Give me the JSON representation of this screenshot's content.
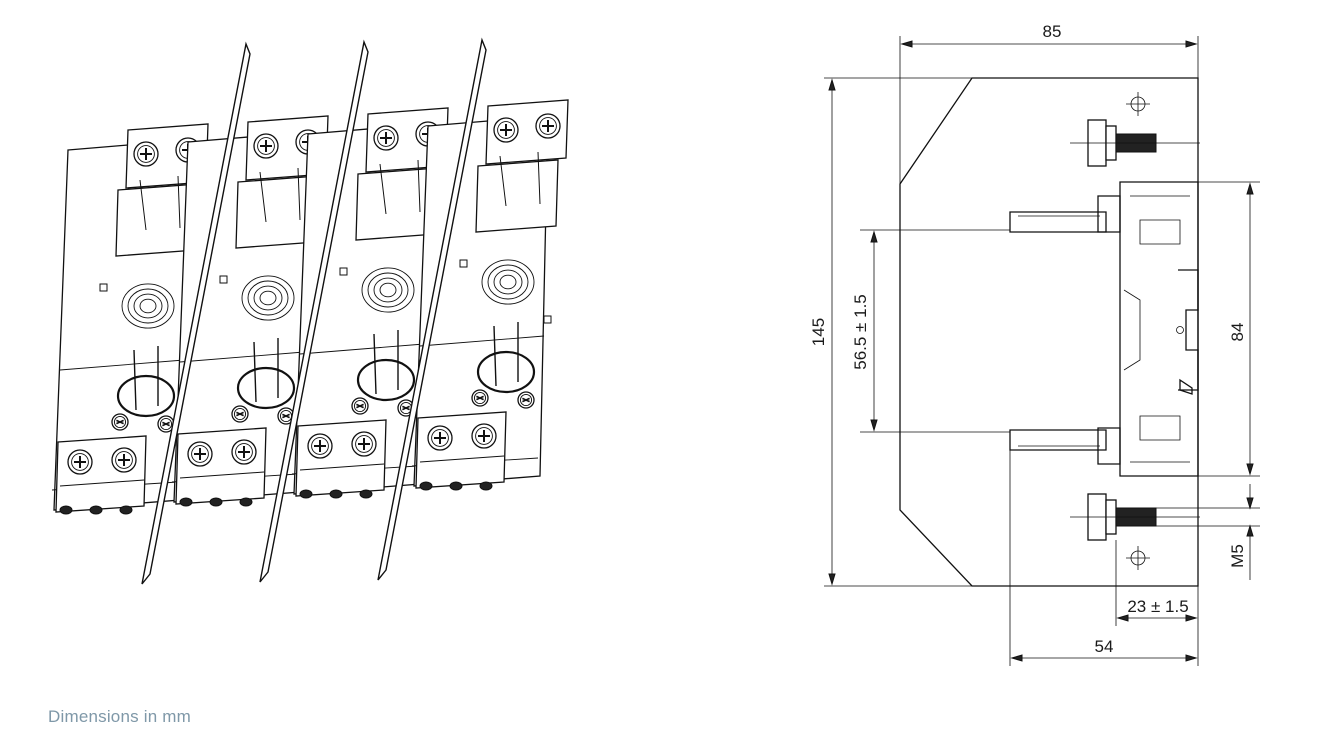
{
  "drawing": {
    "caption": "Dimensions in mm",
    "dimensions": {
      "width_top": "85",
      "height_total": "145",
      "hole_spacing": "56.5 ± 1.5",
      "height_right": "84",
      "thread": "M5",
      "offset_small": "23 ± 1.5",
      "depth_bottom": "54"
    },
    "module_count": 4
  }
}
